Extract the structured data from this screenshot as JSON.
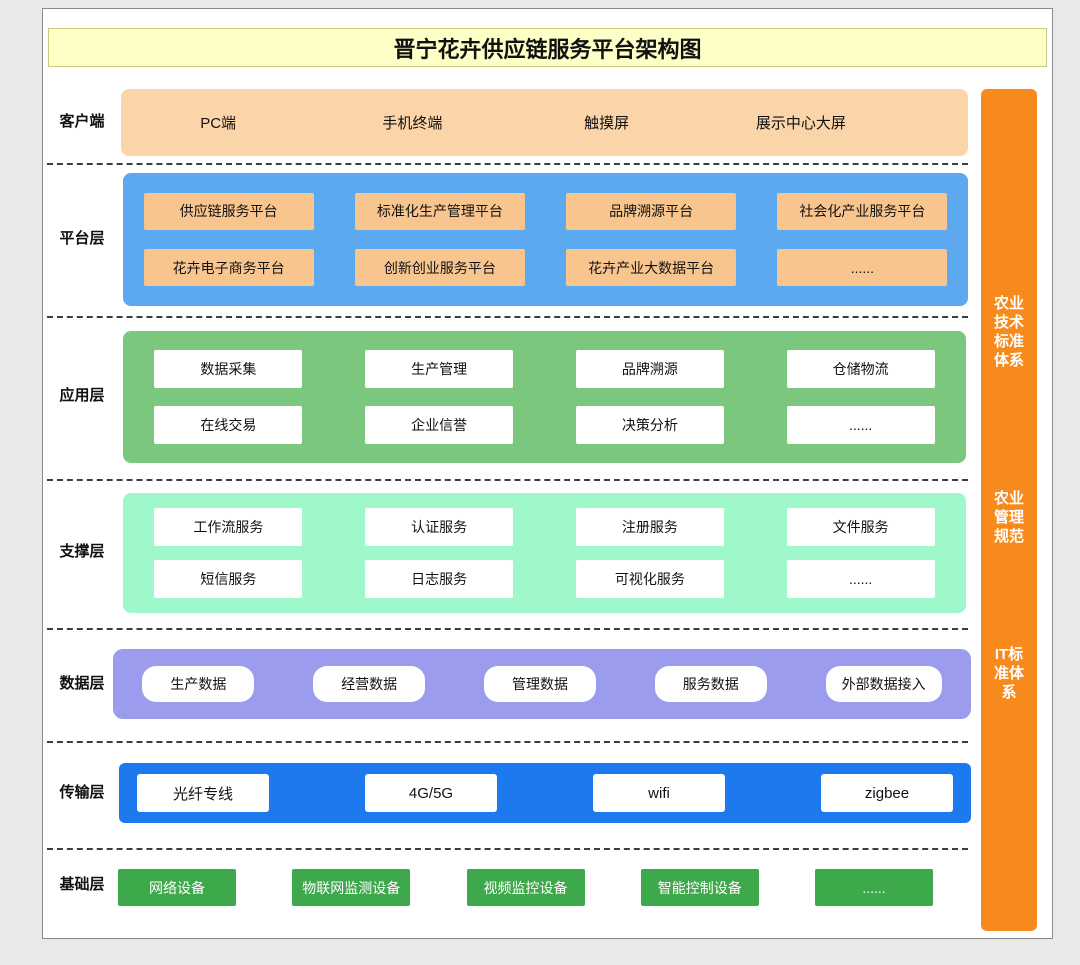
{
  "title": "晋宁花卉供应链服务平台架构图",
  "layers": {
    "client": {
      "label": "客户端",
      "items": [
        "PC端",
        "手机终端",
        "触摸屏",
        "展示中心大屏"
      ]
    },
    "platform": {
      "label": "平台层",
      "row1": [
        "供应链服务平台",
        "标准化生产管理平台",
        "品牌溯源平台",
        "社会化产业服务平台"
      ],
      "row2": [
        "花卉电子商务平台",
        "创新创业服务平台",
        "花卉产业大数据平台",
        "......"
      ]
    },
    "application": {
      "label": "应用层",
      "row1": [
        "数据采集",
        "生产管理",
        "品牌溯源",
        "仓储物流"
      ],
      "row2": [
        "在线交易",
        "企业信誉",
        "决策分析",
        "......"
      ]
    },
    "support": {
      "label": "支撑层",
      "row1": [
        "工作流服务",
        "认证服务",
        "注册服务",
        "文件服务"
      ],
      "row2": [
        "短信服务",
        "日志服务",
        "可视化服务",
        "......"
      ]
    },
    "data": {
      "label": "数据层",
      "items": [
        "生产数据",
        "经营数据",
        "管理数据",
        "服务数据",
        "外部数据接入"
      ]
    },
    "transmission": {
      "label": "传输层",
      "items": [
        "光纤专线",
        "4G/5G",
        "wifi",
        "zigbee"
      ]
    },
    "infrastructure": {
      "label": "基础层",
      "items": [
        "网络设备",
        "物联网监测设备",
        "视频监控设备",
        "智能控制设备",
        "......"
      ]
    }
  },
  "sidebar": {
    "sections": [
      "农业技术标准体系",
      "农业管理规范",
      "IT标准体系"
    ]
  },
  "colors": {
    "title_bg": "#FEFFC6",
    "client_band": "#FBD5A9",
    "platform_band": "#5CA9F0",
    "platform_box": "#F8C58E",
    "application_band": "#7CC77E",
    "support_band": "#9FF8CA",
    "data_band": "#9C9CEF",
    "transmission_band": "#1D79EE",
    "infrastructure_box": "#3EA94A",
    "sidebar_bar": "#F78A1D"
  }
}
